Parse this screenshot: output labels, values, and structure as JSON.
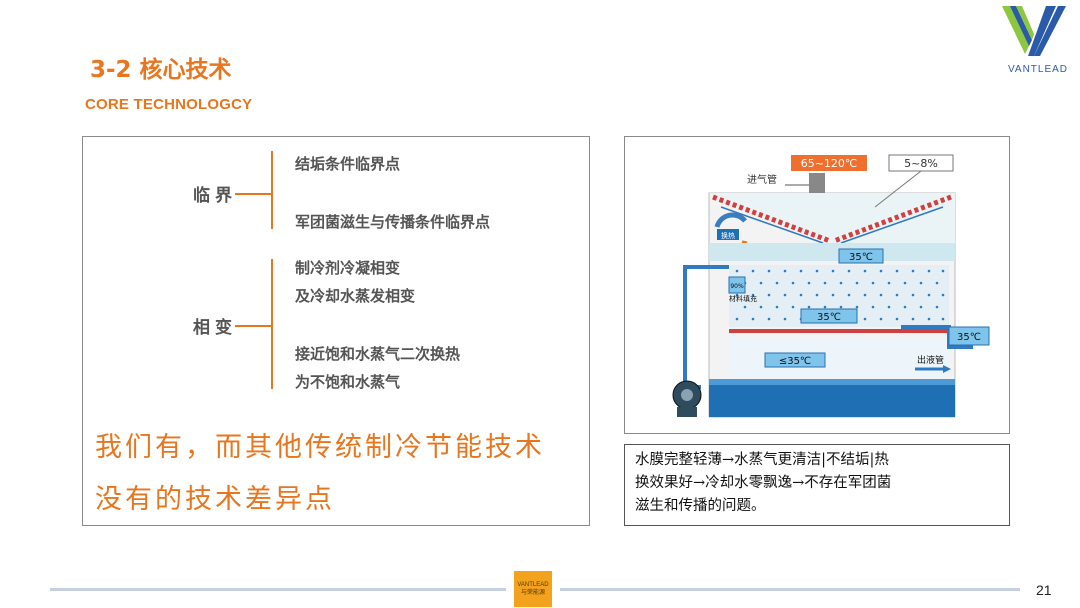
{
  "header": {
    "title": "3-2 核心技术",
    "subtitle": "CORE TECHNOLOGCY"
  },
  "logo": {
    "text": "VANTLEAD"
  },
  "left_panel": {
    "group1": {
      "label": "临界",
      "items": [
        "结垢条件临界点",
        "军团菌滋生与传播条件临界点"
      ]
    },
    "group2": {
      "label": "相变",
      "items": [
        "制冷剂冷凝相变",
        "及冷却水蒸发相变",
        "接近饱和水蒸气二次换热",
        "为不饱和水蒸气"
      ]
    },
    "highlight_line1": "我们有，而其他传统制冷节能技术",
    "highlight_line2": "没有的技术差异点"
  },
  "diagram": {
    "temp_range": "65~120℃",
    "percent": "5~8%",
    "inlet_pipe": "进气管",
    "heat_exchange": "换热",
    "temp_35_top": "35℃",
    "pct_90": "90%",
    "fill_label": "材料填充",
    "temp_35_mid": "35℃",
    "temp_35_right": "35℃",
    "outlet_pipe": "出液管",
    "temp_le35": "≤35℃"
  },
  "caption": {
    "line1": "水膜完整轻薄→水蒸气更清洁|不结垢|热",
    "line2": "换效果好→冷却水零飘逸→不存在军团菌",
    "line3": "滋生和传播的问题。"
  },
  "footer": {
    "logo_line1": "VANTLEAD",
    "logo_line2": "与荣能源",
    "page_number": "21"
  },
  "colors": {
    "accent": "#E8761E",
    "brand_blue": "#2B5BA8",
    "water_blue": "#1f6fb5",
    "footer_line": "#c6cfe0"
  }
}
